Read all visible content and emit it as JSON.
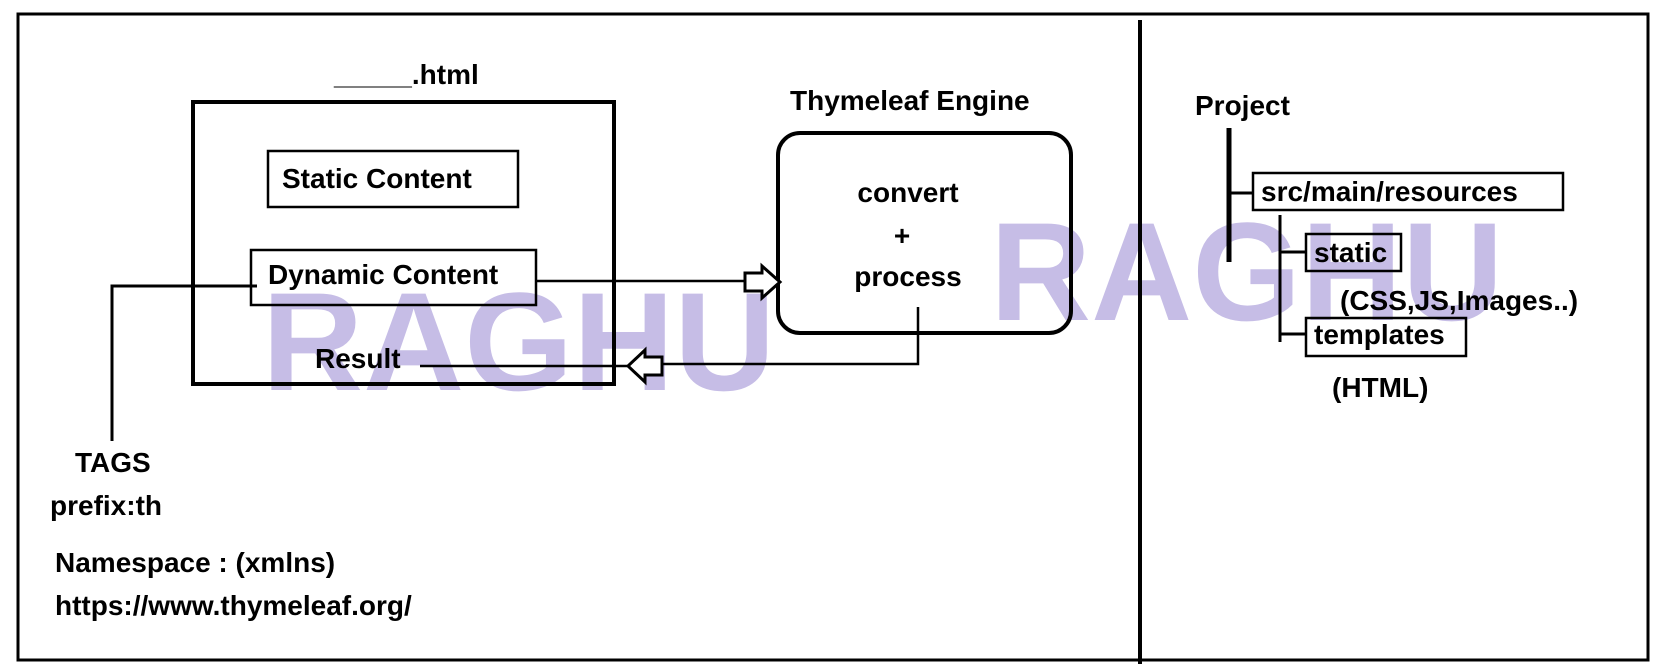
{
  "watermark": {
    "text": "RAGHU",
    "color": "#c6bde6"
  },
  "left_panel": {
    "file_label": "_____.html",
    "static_content": "Static Content",
    "dynamic_content": "Dynamic Content",
    "result": "Result",
    "tags_title": "TAGS",
    "tags_prefix": "prefix:th",
    "namespace": "Namespace : (xmlns)",
    "namespace_url": "https://www.thymeleaf.org/"
  },
  "engine": {
    "title": "Thymeleaf Engine",
    "line1": "convert",
    "line2": "+",
    "line3": "process"
  },
  "project": {
    "title": "Project",
    "resources": "src/main/resources",
    "static": "static",
    "static_note": "(CSS,JS,Images..)",
    "templates": "templates",
    "templates_note": "(HTML)"
  }
}
